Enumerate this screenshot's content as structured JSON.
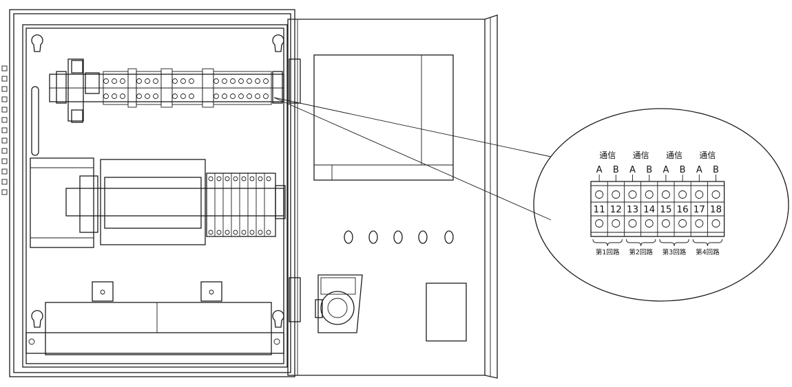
{
  "callout": {
    "comm_labels": [
      "通信",
      "通信",
      "通信",
      "通信"
    ],
    "ab_labels": [
      "A",
      "B",
      "A",
      "B",
      "A",
      "B",
      "A",
      "B"
    ],
    "terminal_numbers": [
      "11",
      "12",
      "13",
      "14",
      "15",
      "16",
      "17",
      "18"
    ],
    "circuit_labels": [
      "第1回路",
      "第2回路",
      "第3回路",
      "第4回路"
    ]
  }
}
